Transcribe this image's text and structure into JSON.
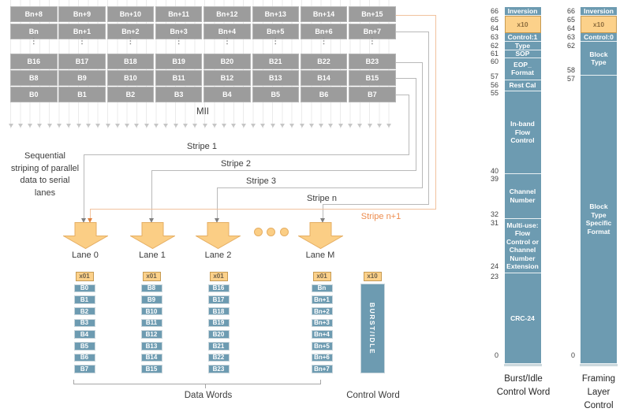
{
  "mii": {
    "label": "MII",
    "ellipsis": "⋮",
    "rows": [
      {
        "type": "cells",
        "cells": [
          "Bn+8",
          "Bn+9",
          "Bn+10",
          "Bn+11",
          "Bn+12",
          "Bn+13",
          "Bn+14",
          "Bn+15"
        ]
      },
      {
        "type": "cells",
        "cells": [
          "Bn",
          "Bn+1",
          "Bn+2",
          "Bn+3",
          "Bn+4",
          "Bn+5",
          "Bn+6",
          "Bn+7"
        ]
      },
      {
        "type": "ellipsis"
      },
      {
        "type": "cells",
        "cells": [
          "B16",
          "B17",
          "B18",
          "B19",
          "B20",
          "B21",
          "B22",
          "B23"
        ]
      },
      {
        "type": "cells",
        "cells": [
          "B8",
          "B9",
          "B10",
          "B11",
          "B12",
          "B13",
          "B14",
          "B15"
        ]
      },
      {
        "type": "cells",
        "cells": [
          "B0",
          "B1",
          "B2",
          "B3",
          "B4",
          "B5",
          "B6",
          "B7"
        ]
      }
    ]
  },
  "note": "Sequential striping of parallel data to serial lanes",
  "stripes": [
    {
      "label": "Stripe 1"
    },
    {
      "label": "Stripe 2"
    },
    {
      "label": "Stripe 3"
    },
    {
      "label": "Stripe n"
    },
    {
      "label": "Stripe n+1"
    }
  ],
  "lanes": [
    {
      "label": "Lane 0"
    },
    {
      "label": "Lane 1"
    },
    {
      "label": "Lane 2"
    },
    {
      "label": "Lane M"
    }
  ],
  "data_words": {
    "caption": "Data Words",
    "columns": [
      {
        "header": "x01",
        "cells": [
          "B0",
          "B1",
          "B2",
          "B3",
          "B4",
          "B5",
          "B6",
          "B7"
        ]
      },
      {
        "header": "x01",
        "cells": [
          "B8",
          "B9",
          "B10",
          "B11",
          "B12",
          "B13",
          "B14",
          "B15"
        ]
      },
      {
        "header": "x01",
        "cells": [
          "B16",
          "B17",
          "B18",
          "B19",
          "B20",
          "B21",
          "B22",
          "B23"
        ]
      },
      {
        "header": "x01",
        "cells": [
          "Bn",
          "Bn+1",
          "Bn+2",
          "Bn+3",
          "Bn+4",
          "Bn+5",
          "Bn+6",
          "Bn+7"
        ]
      }
    ]
  },
  "control_word": {
    "header": "x10",
    "body": "BURST/IDLE",
    "caption": "Control Word"
  },
  "bit_columns": [
    {
      "caption": "Burst/Idle\nControl Word",
      "ticks": [
        "66",
        "65",
        "64",
        "63",
        "62",
        "61",
        "60",
        "57",
        "56",
        "55",
        "40",
        "39",
        "32",
        "31",
        "24",
        "23",
        "0"
      ],
      "segments": [
        {
          "label": "Inversion",
          "style": "blue"
        },
        {
          "label": "x10",
          "style": "orange"
        },
        {
          "label": "Control:1",
          "style": "blue"
        },
        {
          "label": "Type",
          "style": "blue"
        },
        {
          "label": "SOP",
          "style": "blue"
        },
        {
          "label": "EOP_\nFormat",
          "style": "blue"
        },
        {
          "label": "Rest Cal",
          "style": "blue"
        },
        {
          "label": "In-band\nFlow\nControl",
          "style": "blue"
        },
        {
          "label": "Channel\nNumber",
          "style": "blue"
        },
        {
          "label": "Multi-use:\nFlow\nControl or\nChannel\nNumber\nExtension",
          "style": "blue"
        },
        {
          "label": "CRC-24",
          "style": "blue"
        }
      ]
    },
    {
      "caption": "Framing Layer\nControl Word",
      "ticks": [
        "66",
        "65",
        "64",
        "63",
        "62",
        "58",
        "57",
        "0"
      ],
      "segments": [
        {
          "label": "Inversion",
          "style": "blue"
        },
        {
          "label": "x10",
          "style": "orange"
        },
        {
          "label": "Control:0",
          "style": "blue"
        },
        {
          "label": "Block\nType",
          "style": "blue"
        },
        {
          "label": "Block\nType\nSpecific\nFormat",
          "style": "blue"
        }
      ]
    }
  ],
  "colors": {
    "blue": "#6d9bb1",
    "orange_fill": "#fcd18a",
    "orange_border": "#c69a52",
    "gray_cell": "#9c9c9c",
    "line_gray": "#b9b9b9",
    "line_orange": "#f1c29e",
    "accent_orange": "#ed8c4e"
  }
}
